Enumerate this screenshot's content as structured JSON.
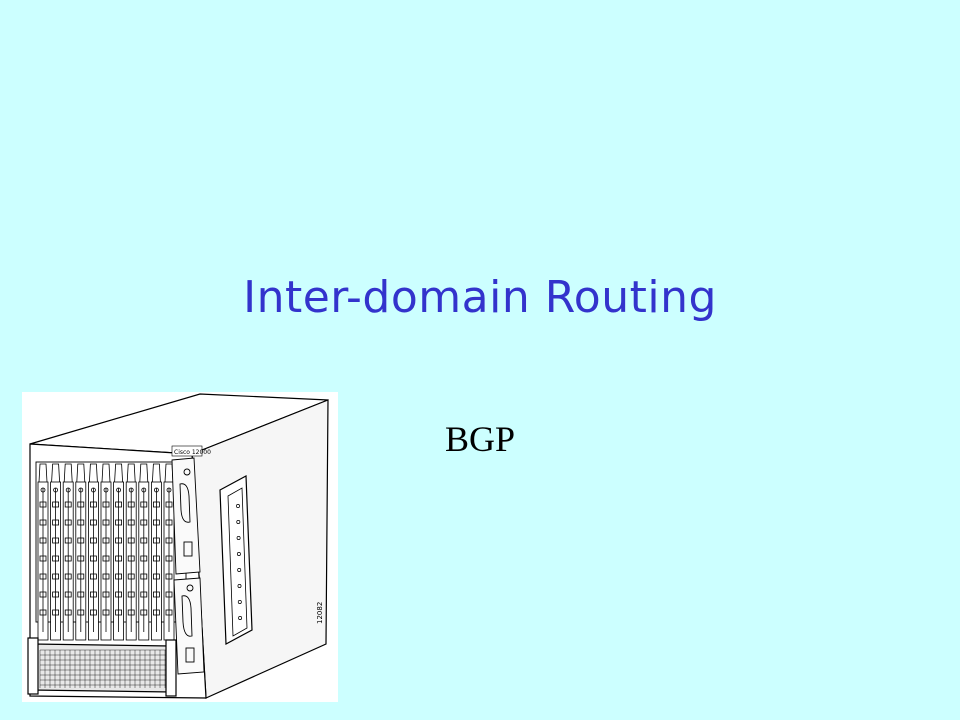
{
  "slide": {
    "title": "Inter-domain Routing",
    "subtitle": "BGP",
    "colors": {
      "background": "#ccffff",
      "title": "#3333cc",
      "subtitle": "#000000"
    }
  },
  "figure": {
    "brand_label": "Cisco 12000",
    "figure_number": "12082"
  }
}
